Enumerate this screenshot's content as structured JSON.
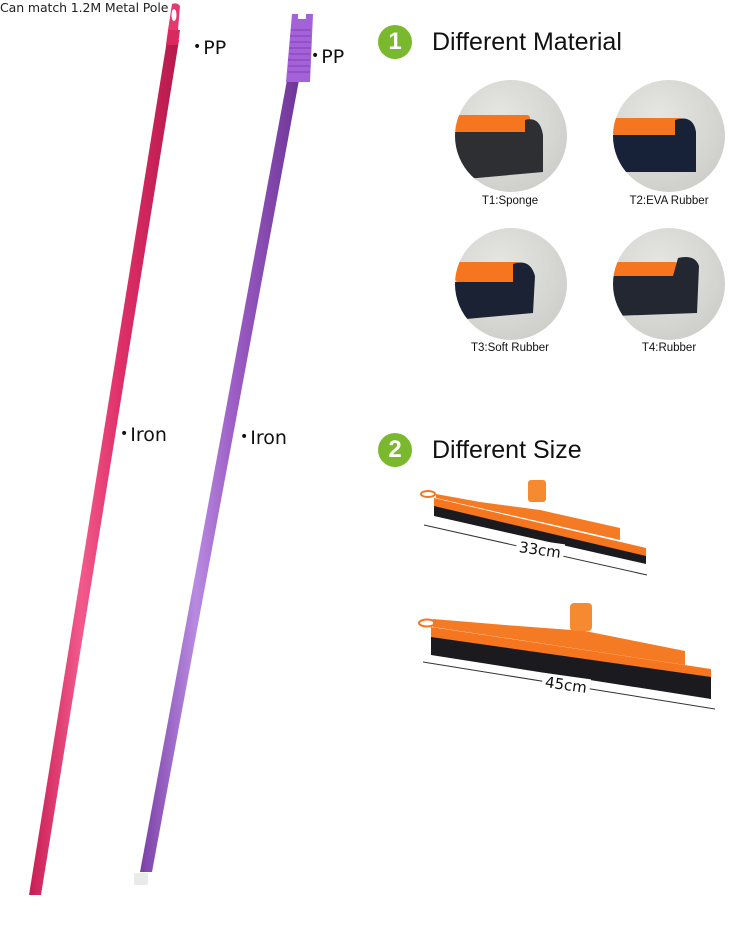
{
  "caption": "Can match 1.2M Metal Pole",
  "poles": [
    {
      "name": "pink-pole",
      "color": "#e0306a",
      "handle_label": "PP",
      "body_label": "Iron"
    },
    {
      "name": "purple-pole",
      "color": "#9b5cc4",
      "handle_label": "PP",
      "body_label": "Iron"
    }
  ],
  "bullet": "•",
  "sections": [
    {
      "number": "1",
      "title": "Different Material",
      "badge_color": "#7ab82e",
      "materials": [
        {
          "code": "T1",
          "label": "T1:Sponge"
        },
        {
          "code": "T2",
          "label": "T2:EVA Rubber"
        },
        {
          "code": "T3",
          "label": "T3:Soft Rubber"
        },
        {
          "code": "T4",
          "label": "T4:Rubber"
        }
      ]
    },
    {
      "number": "2",
      "title": "Different Size",
      "badge_color": "#7ab82e",
      "sizes": [
        {
          "label": "33cm"
        },
        {
          "label": "45cm"
        }
      ]
    }
  ],
  "colors": {
    "orange": "#f5761f",
    "rubber": "#1b1b1f",
    "green": "#7ab82e"
  }
}
